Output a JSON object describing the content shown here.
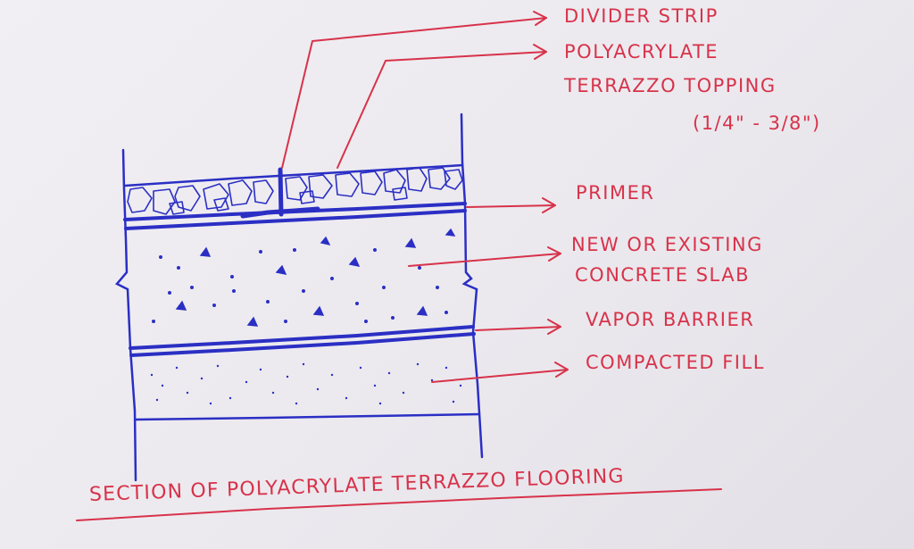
{
  "diagram": {
    "labels": {
      "divider_strip": "DIVIDER STRIP",
      "topping_line1": "POLYACRYLATE",
      "topping_line2": "TERRAZZO TOPPING",
      "topping_thickness": "(1/4\" - 3/8\")",
      "primer": "PRIMER",
      "slab_line1": "NEW OR EXISTING",
      "slab_line2": "CONCRETE SLAB",
      "vapor_barrier": "VAPOR BARRIER",
      "compacted_fill": "COMPACTED FILL"
    },
    "caption": "SECTION OF POLYACRYLATE TERRAZZO FLOORING",
    "colors": {
      "ink_blue": "#2b2fc4",
      "ink_red": "#d8324a",
      "paper": "#eeecf1"
    }
  }
}
